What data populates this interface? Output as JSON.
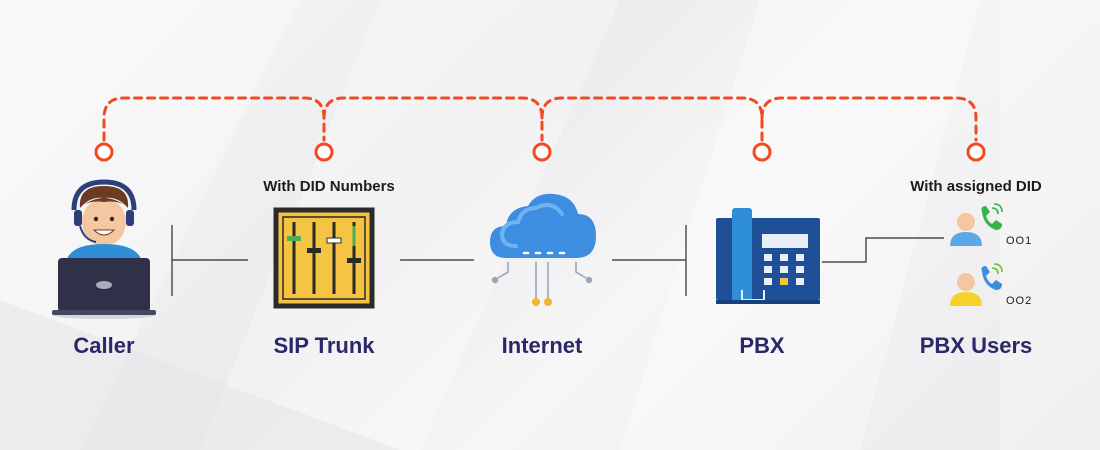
{
  "nodes": {
    "caller": "Caller",
    "sip_trunk": "SIP Trunk",
    "internet": "Internet",
    "pbx": "PBX",
    "pbx_users": "PBX Users"
  },
  "notes": {
    "sip_trunk": "With DID Numbers",
    "pbx_users": "With assigned DID"
  },
  "users": [
    {
      "id": "OO1"
    },
    {
      "id": "OO2"
    }
  ],
  "colors": {
    "label": "#2b2868",
    "dashed_arc": "#f04a23",
    "equipment_blue": "#2a6cc4",
    "trunk_yellow": "#f6c443"
  }
}
